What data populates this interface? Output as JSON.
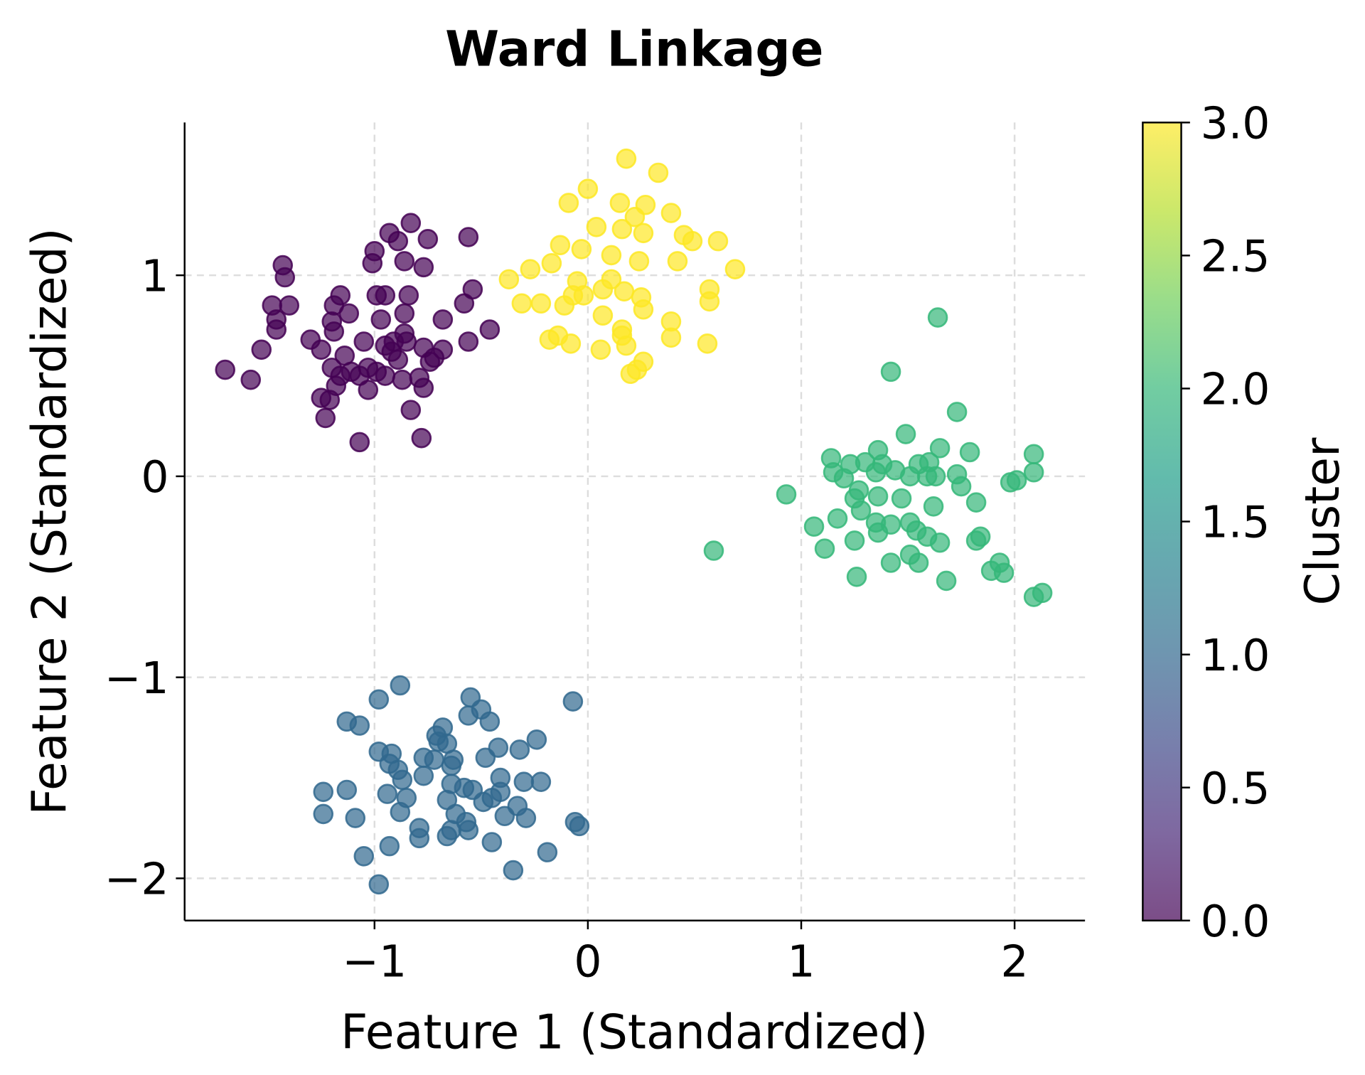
{
  "chart_data": {
    "type": "scatter",
    "title": "Ward Linkage",
    "xlabel": "Feature 1 (Standardized)",
    "ylabel": "Feature 2 (Standardized)",
    "xlim": [
      -1.89,
      2.33
    ],
    "ylim": [
      -2.21,
      1.76
    ],
    "xticks": [
      -1,
      0,
      1,
      2
    ],
    "xtick_labels": [
      "−1",
      "0",
      "1",
      "2"
    ],
    "yticks": [
      -2,
      -1,
      0,
      1
    ],
    "ytick_labels": [
      "−2",
      "−1",
      "0",
      "1"
    ],
    "grid": true,
    "alpha": 0.7,
    "colorbar": {
      "label": "Cluster",
      "range": [
        0,
        3
      ],
      "ticks": [
        0,
        0.5,
        1,
        1.5,
        2,
        2.5,
        3
      ],
      "tick_labels": [
        "0.0",
        "0.5",
        "1.0",
        "1.5",
        "2.0",
        "2.5",
        "3.0"
      ],
      "colormap": "viridis",
      "stops": [
        "#440154",
        "#482878",
        "#3e4989",
        "#31688e",
        "#26828e",
        "#1f9e89",
        "#35b779",
        "#6ece58",
        "#b5de2b",
        "#fde725"
      ]
    },
    "clusters": [
      {
        "value": 0,
        "color": "#440154",
        "points": [
          [
            -1.7,
            0.53
          ],
          [
            -1.58,
            0.48
          ],
          [
            -1.53,
            0.63
          ],
          [
            -1.43,
            1.05
          ],
          [
            -1.42,
            0.99
          ],
          [
            -1.48,
            0.85
          ],
          [
            -1.4,
            0.85
          ],
          [
            -1.46,
            0.78
          ],
          [
            -1.46,
            0.73
          ],
          [
            -1.3,
            0.68
          ],
          [
            -1.25,
            0.63
          ],
          [
            -1.25,
            0.39
          ],
          [
            -1.23,
            0.29
          ],
          [
            -1.21,
            0.38
          ],
          [
            -1.16,
            0.9
          ],
          [
            -1.19,
            0.85
          ],
          [
            -1.12,
            0.81
          ],
          [
            -1.2,
            0.77
          ],
          [
            -1.19,
            0.72
          ],
          [
            -1.14,
            0.6
          ],
          [
            -1.2,
            0.54
          ],
          [
            -1.18,
            0.45
          ],
          [
            -1.16,
            0.5
          ],
          [
            -1.07,
            0.17
          ],
          [
            -1.07,
            0.5
          ],
          [
            -1.03,
            0.43
          ],
          [
            -1.05,
            0.67
          ],
          [
            -1.01,
            1.06
          ],
          [
            -1.0,
            1.12
          ],
          [
            -0.99,
            0.9
          ],
          [
            -0.95,
            0.9
          ],
          [
            -0.97,
            0.78
          ],
          [
            -0.99,
            0.52
          ],
          [
            -0.95,
            0.5
          ],
          [
            -0.93,
            1.21
          ],
          [
            -0.89,
            1.17
          ],
          [
            -0.83,
            1.26
          ],
          [
            -0.86,
            1.07
          ],
          [
            -0.75,
            1.18
          ],
          [
            -0.77,
            1.04
          ],
          [
            -0.95,
            0.65
          ],
          [
            -0.92,
            0.62
          ],
          [
            -0.91,
            0.67
          ],
          [
            -0.89,
            0.58
          ],
          [
            -0.86,
            0.81
          ],
          [
            -0.86,
            0.71
          ],
          [
            -0.85,
            0.67
          ],
          [
            -0.83,
            0.33
          ],
          [
            -0.87,
            0.48
          ],
          [
            -0.78,
            0.19
          ],
          [
            -0.84,
            0.9
          ],
          [
            -0.77,
            0.44
          ],
          [
            -0.79,
            0.49
          ],
          [
            -0.77,
            0.64
          ],
          [
            -0.74,
            0.57
          ],
          [
            -0.72,
            0.59
          ],
          [
            -0.68,
            0.63
          ],
          [
            -0.68,
            0.78
          ],
          [
            -0.58,
            0.86
          ],
          [
            -0.56,
            1.19
          ],
          [
            -0.54,
            0.93
          ],
          [
            -0.56,
            0.67
          ],
          [
            -0.46,
            0.73
          ],
          [
            -1.03,
            0.54
          ],
          [
            -1.11,
            0.52
          ]
        ]
      },
      {
        "value": 1,
        "color": "#31688e",
        "points": [
          [
            -0.88,
            -1.04
          ],
          [
            -0.98,
            -1.11
          ],
          [
            -0.55,
            -1.1
          ],
          [
            -0.07,
            -1.12
          ],
          [
            -0.5,
            -1.16
          ],
          [
            -0.56,
            -1.19
          ],
          [
            -0.46,
            -1.22
          ],
          [
            -1.13,
            -1.22
          ],
          [
            -1.07,
            -1.24
          ],
          [
            -0.68,
            -1.25
          ],
          [
            -0.71,
            -1.29
          ],
          [
            -0.7,
            -1.32
          ],
          [
            -0.66,
            -1.33
          ],
          [
            -0.24,
            -1.31
          ],
          [
            -0.42,
            -1.35
          ],
          [
            -0.32,
            -1.36
          ],
          [
            -0.98,
            -1.37
          ],
          [
            -0.92,
            -1.38
          ],
          [
            -0.77,
            -1.4
          ],
          [
            -0.48,
            -1.4
          ],
          [
            -0.72,
            -1.41
          ],
          [
            -0.63,
            -1.41
          ],
          [
            -0.64,
            -1.44
          ],
          [
            -0.93,
            -1.43
          ],
          [
            -0.89,
            -1.46
          ],
          [
            -0.87,
            -1.51
          ],
          [
            -0.77,
            -1.49
          ],
          [
            -0.41,
            -1.5
          ],
          [
            -0.3,
            -1.52
          ],
          [
            -0.22,
            -1.52
          ],
          [
            -0.64,
            -1.53
          ],
          [
            -0.58,
            -1.55
          ],
          [
            -0.54,
            -1.56
          ],
          [
            -1.24,
            -1.57
          ],
          [
            -1.13,
            -1.56
          ],
          [
            -0.94,
            -1.58
          ],
          [
            -0.85,
            -1.6
          ],
          [
            -0.41,
            -1.57
          ],
          [
            -0.45,
            -1.6
          ],
          [
            -0.66,
            -1.61
          ],
          [
            -0.49,
            -1.62
          ],
          [
            -0.33,
            -1.64
          ],
          [
            -0.88,
            -1.67
          ],
          [
            -1.24,
            -1.68
          ],
          [
            -1.09,
            -1.7
          ],
          [
            -0.39,
            -1.69
          ],
          [
            -0.29,
            -1.7
          ],
          [
            -0.62,
            -1.68
          ],
          [
            -0.57,
            -1.72
          ],
          [
            -0.79,
            -1.75
          ],
          [
            -0.06,
            -1.72
          ],
          [
            -0.04,
            -1.74
          ],
          [
            -0.64,
            -1.76
          ],
          [
            -0.56,
            -1.76
          ],
          [
            -0.66,
            -1.79
          ],
          [
            -0.79,
            -1.8
          ],
          [
            -0.45,
            -1.82
          ],
          [
            -0.93,
            -1.84
          ],
          [
            -1.05,
            -1.89
          ],
          [
            -0.19,
            -1.87
          ],
          [
            -0.35,
            -1.96
          ],
          [
            -0.98,
            -2.03
          ]
        ]
      },
      {
        "value": 2,
        "color": "#35b779",
        "points": [
          [
            1.64,
            0.79
          ],
          [
            1.42,
            0.52
          ],
          [
            1.73,
            0.32
          ],
          [
            1.49,
            0.21
          ],
          [
            1.36,
            0.13
          ],
          [
            1.65,
            0.14
          ],
          [
            1.79,
            0.12
          ],
          [
            2.09,
            0.11
          ],
          [
            1.14,
            0.09
          ],
          [
            1.23,
            0.06
          ],
          [
            1.3,
            0.07
          ],
          [
            1.38,
            0.06
          ],
          [
            1.44,
            0.03
          ],
          [
            1.55,
            0.06
          ],
          [
            1.6,
            0.07
          ],
          [
            1.15,
            0.02
          ],
          [
            1.2,
            -0.01
          ],
          [
            1.35,
            0.02
          ],
          [
            1.51,
            0.0
          ],
          [
            1.63,
            0.0
          ],
          [
            1.73,
            0.01
          ],
          [
            1.75,
            -0.05
          ],
          [
            2.09,
            0.02
          ],
          [
            1.98,
            -0.03
          ],
          [
            2.01,
            -0.02
          ],
          [
            0.93,
            -0.09
          ],
          [
            1.25,
            -0.11
          ],
          [
            1.36,
            -0.1
          ],
          [
            1.47,
            -0.11
          ],
          [
            1.62,
            -0.15
          ],
          [
            1.82,
            -0.13
          ],
          [
            1.28,
            -0.17
          ],
          [
            1.17,
            -0.21
          ],
          [
            1.06,
            -0.25
          ],
          [
            1.36,
            -0.28
          ],
          [
            1.42,
            -0.24
          ],
          [
            1.51,
            -0.23
          ],
          [
            1.54,
            -0.27
          ],
          [
            1.59,
            -0.3
          ],
          [
            1.84,
            -0.3
          ],
          [
            1.82,
            -0.32
          ],
          [
            1.25,
            -0.32
          ],
          [
            1.11,
            -0.36
          ],
          [
            1.65,
            -0.33
          ],
          [
            0.59,
            -0.37
          ],
          [
            1.51,
            -0.39
          ],
          [
            1.55,
            -0.43
          ],
          [
            1.42,
            -0.43
          ],
          [
            1.93,
            -0.43
          ],
          [
            1.89,
            -0.47
          ],
          [
            1.95,
            -0.48
          ],
          [
            1.26,
            -0.5
          ],
          [
            1.68,
            -0.52
          ],
          [
            2.09,
            -0.6
          ],
          [
            2.13,
            -0.58
          ],
          [
            1.35,
            -0.23
          ],
          [
            1.27,
            -0.07
          ],
          [
            1.59,
            0.0
          ]
        ]
      },
      {
        "value": 3,
        "color": "#fde725",
        "points": [
          [
            0.18,
            1.58
          ],
          [
            0.33,
            1.51
          ],
          [
            0.0,
            1.43
          ],
          [
            -0.09,
            1.36
          ],
          [
            0.15,
            1.36
          ],
          [
            0.27,
            1.35
          ],
          [
            0.39,
            1.31
          ],
          [
            0.22,
            1.29
          ],
          [
            0.04,
            1.24
          ],
          [
            0.16,
            1.23
          ],
          [
            0.26,
            1.21
          ],
          [
            0.45,
            1.2
          ],
          [
            0.49,
            1.17
          ],
          [
            0.61,
            1.17
          ],
          [
            -0.13,
            1.15
          ],
          [
            -0.03,
            1.13
          ],
          [
            0.11,
            1.1
          ],
          [
            0.24,
            1.07
          ],
          [
            0.42,
            1.07
          ],
          [
            -0.27,
            1.03
          ],
          [
            -0.17,
            1.06
          ],
          [
            0.69,
            1.03
          ],
          [
            -0.37,
            0.98
          ],
          [
            0.57,
            0.93
          ],
          [
            0.57,
            0.87
          ],
          [
            -0.31,
            0.86
          ],
          [
            -0.22,
            0.86
          ],
          [
            -0.11,
            0.85
          ],
          [
            -0.07,
            0.9
          ],
          [
            -0.02,
            0.9
          ],
          [
            0.07,
            0.93
          ],
          [
            0.17,
            0.92
          ],
          [
            0.25,
            0.89
          ],
          [
            0.26,
            0.83
          ],
          [
            0.07,
            0.8
          ],
          [
            0.39,
            0.77
          ],
          [
            0.39,
            0.69
          ],
          [
            0.16,
            0.73
          ],
          [
            0.16,
            0.7
          ],
          [
            -0.18,
            0.68
          ],
          [
            -0.14,
            0.7
          ],
          [
            -0.08,
            0.66
          ],
          [
            0.06,
            0.63
          ],
          [
            0.18,
            0.65
          ],
          [
            0.56,
            0.66
          ],
          [
            0.2,
            0.51
          ],
          [
            0.23,
            0.53
          ],
          [
            0.26,
            0.57
          ],
          [
            -0.05,
            0.97
          ],
          [
            0.11,
            0.98
          ]
        ]
      }
    ]
  }
}
